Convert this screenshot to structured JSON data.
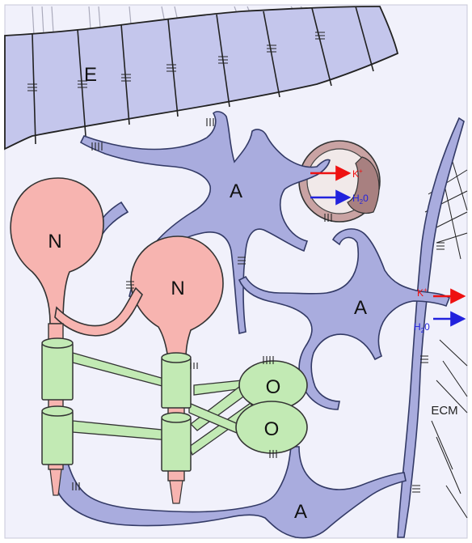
{
  "labels": {
    "ependymal": "E",
    "astrocyte_1": "A",
    "astrocyte_2": "A",
    "astrocyte_3": "A",
    "neuron_1": "N",
    "neuron_2": "N",
    "oligodendrocyte_1": "O",
    "oligodendrocyte_2": "O",
    "extracellular_matrix": "ECM"
  },
  "ions": {
    "vessel_k": "K",
    "vessel_k_sup": "+",
    "vessel_water_h": "H",
    "vessel_water_sub": "2",
    "vessel_water_o": "0",
    "ecm_k": "K",
    "ecm_k_sup": "+",
    "ecm_water_h": "H",
    "ecm_water_sub": "2",
    "ecm_water_o": "0"
  },
  "colors": {
    "potassium_arrow": "#ee1111",
    "water_arrow": "#2222dd",
    "astrocyte": "#a9acde",
    "neuron": "#f7b4b0",
    "oligodendrocyte": "#c2eab4",
    "background": "#f1f1fb"
  }
}
